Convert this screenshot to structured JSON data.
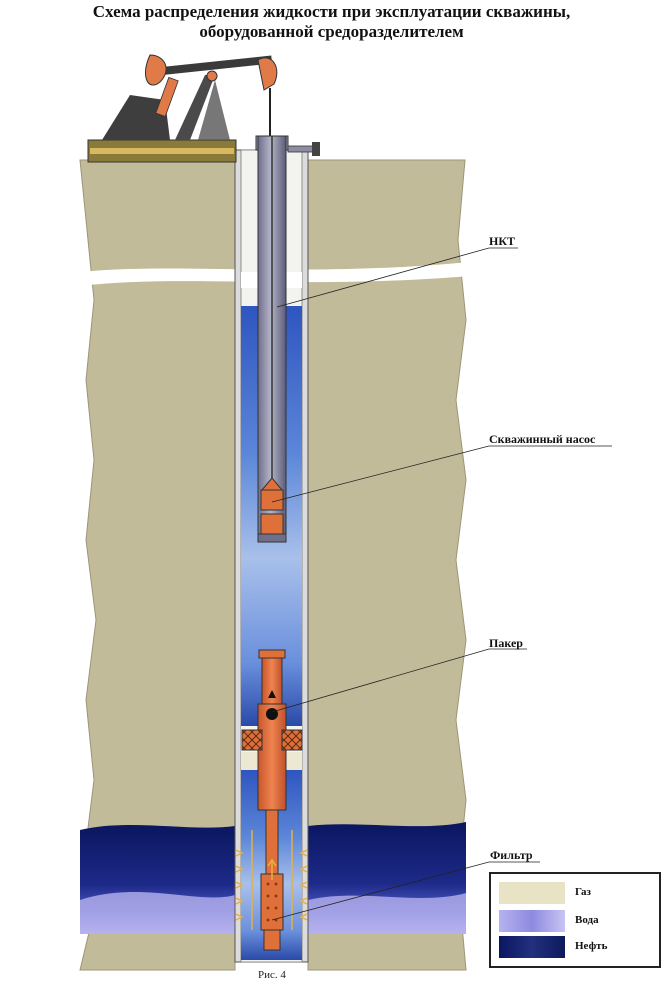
{
  "title": {
    "line1": "Схема распределения жидкости при эксплуатации скважины,",
    "line2": "оборудованной средоразделителем"
  },
  "labels": {
    "nkt": "НКТ",
    "pump": "Скважинный насос",
    "packer": "Пакер",
    "filter": "Фильтр"
  },
  "legend": {
    "items": [
      {
        "name": "Газ",
        "color": "#e9e3c6"
      },
      {
        "name": "Вода",
        "color": "#9f9de8"
      },
      {
        "name": "Нефть",
        "color": "#0d1a5c"
      }
    ]
  },
  "caption": "Рис. 4",
  "colors": {
    "ground": "#c2bb99",
    "casing": "#d7d7d7",
    "tubing": "#8c8ca4",
    "equipment": "#e0703a",
    "water": "#3a5fc8",
    "oil": "#101868",
    "gas": "#ece8d2"
  },
  "icons": [
    "pump-jack-icon",
    "wellhead-icon",
    "ball-valve-icon",
    "flow-arrow-icon"
  ]
}
